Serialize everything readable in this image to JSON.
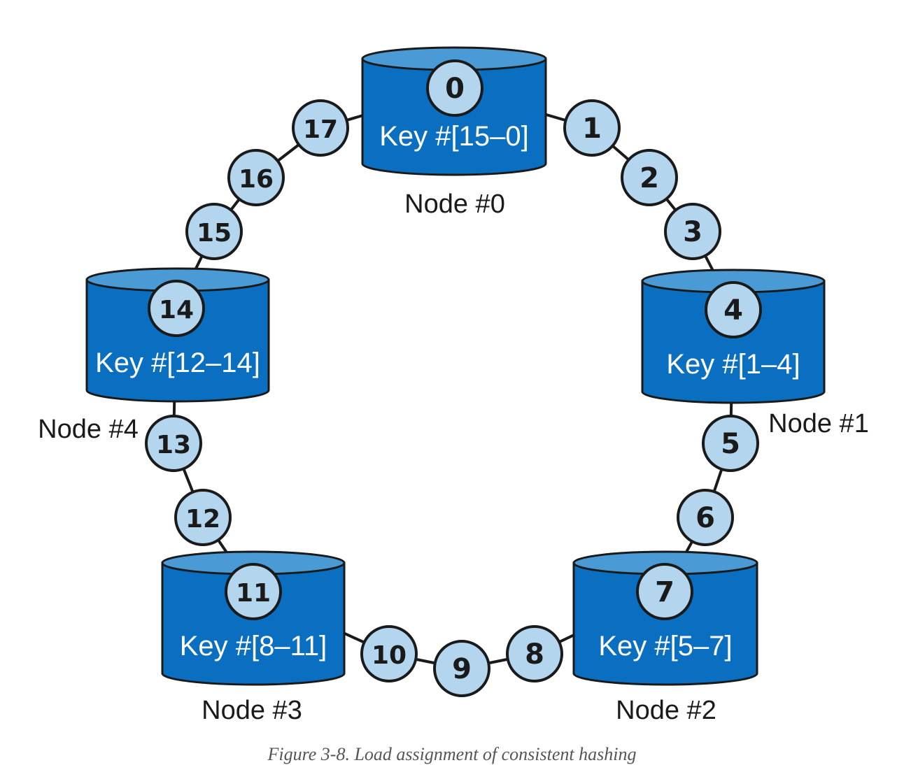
{
  "colors": {
    "cylinder_fill": "#0a6fc0",
    "cylinder_top": "#4a9ad6",
    "cylinder_stroke": "#1a1a1a",
    "token_fill": "#b3d5ee",
    "token_stroke": "#1a1a1a",
    "ring_line": "#1a1a1a"
  },
  "ring_order": [
    "0",
    "1",
    "2",
    "3",
    "4",
    "5",
    "6",
    "7",
    "8",
    "9",
    "10",
    "11",
    "12",
    "13",
    "14",
    "15",
    "16",
    "17"
  ],
  "nodes": [
    {
      "id": "node-0",
      "name": "Node #0",
      "token": "0",
      "key_range": "Key #[15–0]"
    },
    {
      "id": "node-1",
      "name": "Node #1",
      "token": "4",
      "key_range": "Key #[1–4]"
    },
    {
      "id": "node-2",
      "name": "Node #2",
      "token": "7",
      "key_range": "Key #[5–7]"
    },
    {
      "id": "node-3",
      "name": "Node #3",
      "token": "11",
      "key_range": "Key #[8–11]"
    },
    {
      "id": "node-4",
      "name": "Node #4",
      "token": "14",
      "key_range": "Key #[12–14]"
    }
  ],
  "tokens": [
    "1",
    "2",
    "3",
    "5",
    "6",
    "8",
    "9",
    "10",
    "12",
    "13",
    "15",
    "16",
    "17"
  ],
  "caption": "Figure 3-8. Load assignment of consistent hashing"
}
